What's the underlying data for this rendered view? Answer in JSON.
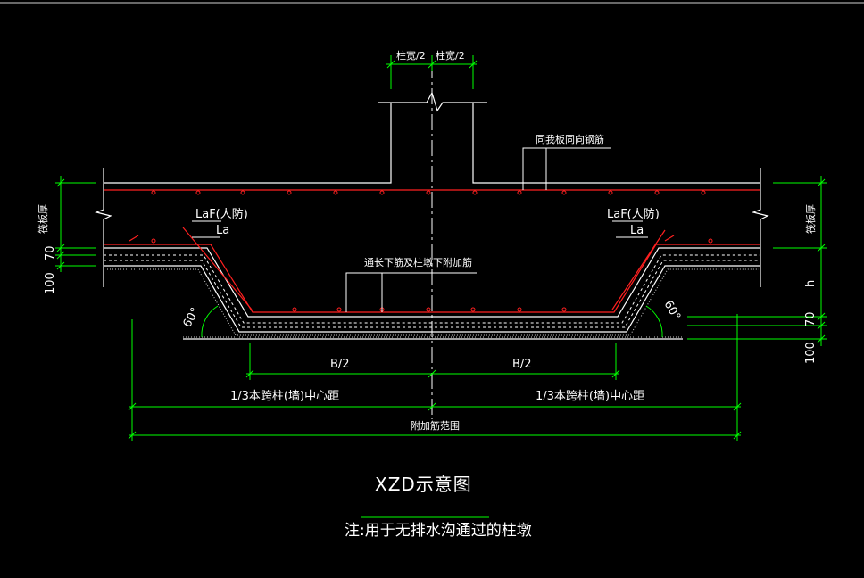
{
  "labels": {
    "col_half_left": "柱宽/2",
    "col_half_right": "柱宽/2",
    "same_dir_bar": "同我板同向钢筋",
    "laf_left": "LaF(人防)",
    "la_left": "La",
    "laf_right": "LaF(人防)",
    "la_right": "La",
    "bottom_bar": "通长下筋及柱墩下附加筋",
    "slab_thk_left": "筏板厚",
    "slab_thk_right": "筏板厚",
    "dim_70_left": "70",
    "dim_100_left": "100",
    "dim_h_right": "h",
    "dim_70_right": "70",
    "dim_100_right": "100",
    "angle_left": "60°",
    "angle_right": "60°",
    "b_half_left": "B/2",
    "b_half_right": "B/2",
    "span_left": "1/3本跨柱(墙)中心距",
    "span_right": "1/3本跨柱(墙)中心距",
    "extra_range": "附加筋范围"
  },
  "title": "XZD示意图",
  "note": "注:用于无排水沟通过的柱墩",
  "colors": {
    "background": "#000000",
    "outline": "#ffffff",
    "rebar": "#ff2020",
    "dimension": "#00ff00",
    "text": "#ffffff"
  }
}
